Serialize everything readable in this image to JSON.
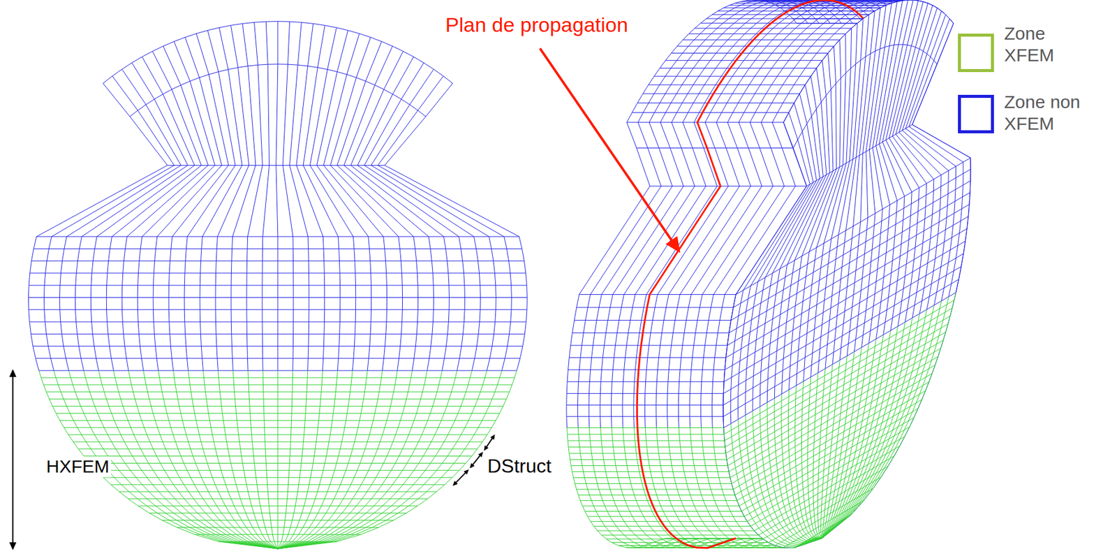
{
  "diagram": {
    "labels": [
      "Plan de propagation",
      "HXFEM",
      "DStruct"
    ],
    "legend": [
      {
        "text": "Zone XFEM",
        "color": "#99C03A"
      },
      {
        "text": "Zone non XFEM",
        "color": "#1F1FE0"
      }
    ]
  }
}
